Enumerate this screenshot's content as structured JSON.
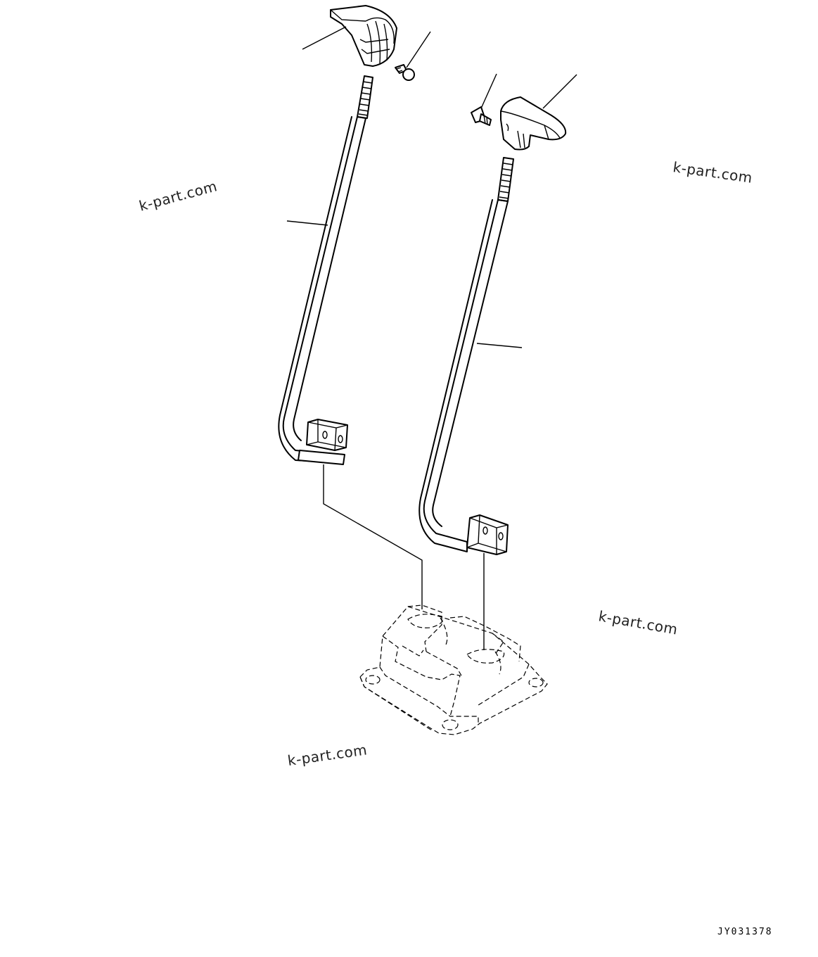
{
  "watermarks": {
    "wm1": "k-part.com",
    "wm2": "k-part.com",
    "wm3": "k-part.com",
    "wm4": "k-part.com"
  },
  "drawing_code": "JY031378"
}
